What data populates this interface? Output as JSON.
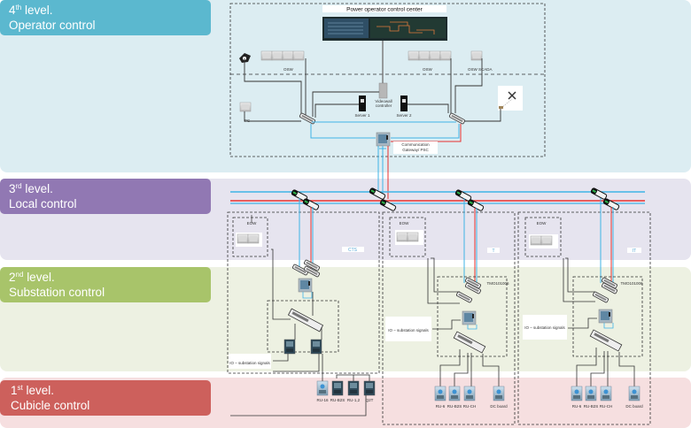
{
  "levels": [
    {
      "num": "4",
      "suffix": "th",
      "word": "level.",
      "name": "Operator control",
      "color": "#5bb8cf",
      "band": "#dcedf2"
    },
    {
      "num": "3",
      "suffix": "rd",
      "word": "level.",
      "name": "Local control",
      "color": "#9178b3",
      "band": "#e6e4ef"
    },
    {
      "num": "2",
      "suffix": "nd",
      "word": "level.",
      "name": "Substation control",
      "color": "#a8c46a",
      "band": "#edf1e2"
    },
    {
      "num": "1",
      "suffix": "st",
      "word": "level.",
      "name": "Cubicle control",
      "color": "#cd605c",
      "band": "#f6dfe0"
    }
  ],
  "operator_center": {
    "title": "Power operator control center",
    "workstation_left_label": "OSW",
    "workstation_right_label": "OSW",
    "workstation_scada_label": "OSW SCADA",
    "videowall_label_1": "Videowall",
    "videowall_label_2": "controller",
    "server1_label": "Server 1",
    "server2_label": "Server 2",
    "pc_label": "PC",
    "gateway_label_1": "Communication",
    "gateway_label_2": "Gateway/ PSC"
  },
  "bays": [
    {
      "id": "CTS",
      "hmi_label": "EOW",
      "module_label": "",
      "io_label": "IO – substation signals",
      "devices": [
        "RU-16",
        "RU-B2S",
        "RU-1,2",
        "Q2T"
      ]
    },
    {
      "id": "T",
      "hmi_label": "EOW",
      "module_label": "TMO101006",
      "io_label": "IO – substation signals",
      "devices": [
        "RU-6",
        "RU-B2S",
        "RU-CH",
        "DC board"
      ]
    },
    {
      "id": "IT",
      "hmi_label": "EOW",
      "module_label": "TMO101006",
      "io_label": "IO – substation signals",
      "devices": [
        "RU-6",
        "RU-B2S",
        "RU-CH",
        "DC board"
      ]
    }
  ],
  "colors": {
    "bus_blue": "#3fb3e6",
    "bus_red": "#e8302e",
    "wire": "#333333"
  }
}
